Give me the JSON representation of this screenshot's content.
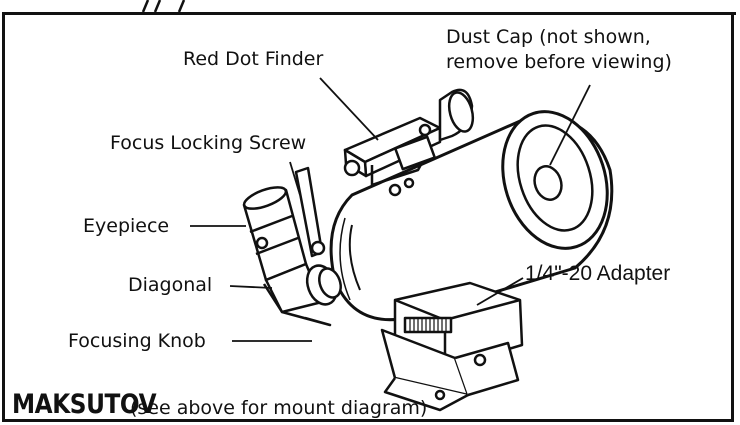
{
  "labels": {
    "red_dot_finder": "Red Dot Finder",
    "dust_cap_line1": "Dust Cap (not shown,",
    "dust_cap_line2": "remove before viewing)",
    "focus_locking_screw": "Focus Locking Screw",
    "eyepiece": "Eyepiece",
    "diagonal": "Diagonal",
    "focusing_knob": "Focusing Knob",
    "adapter": "1/4\"-20 Adapter"
  },
  "caption": {
    "model": "MAKSUTOV",
    "note": "(see above for mount diagram)"
  },
  "colors": {
    "ink": "#111111",
    "background": "#ffffff"
  }
}
